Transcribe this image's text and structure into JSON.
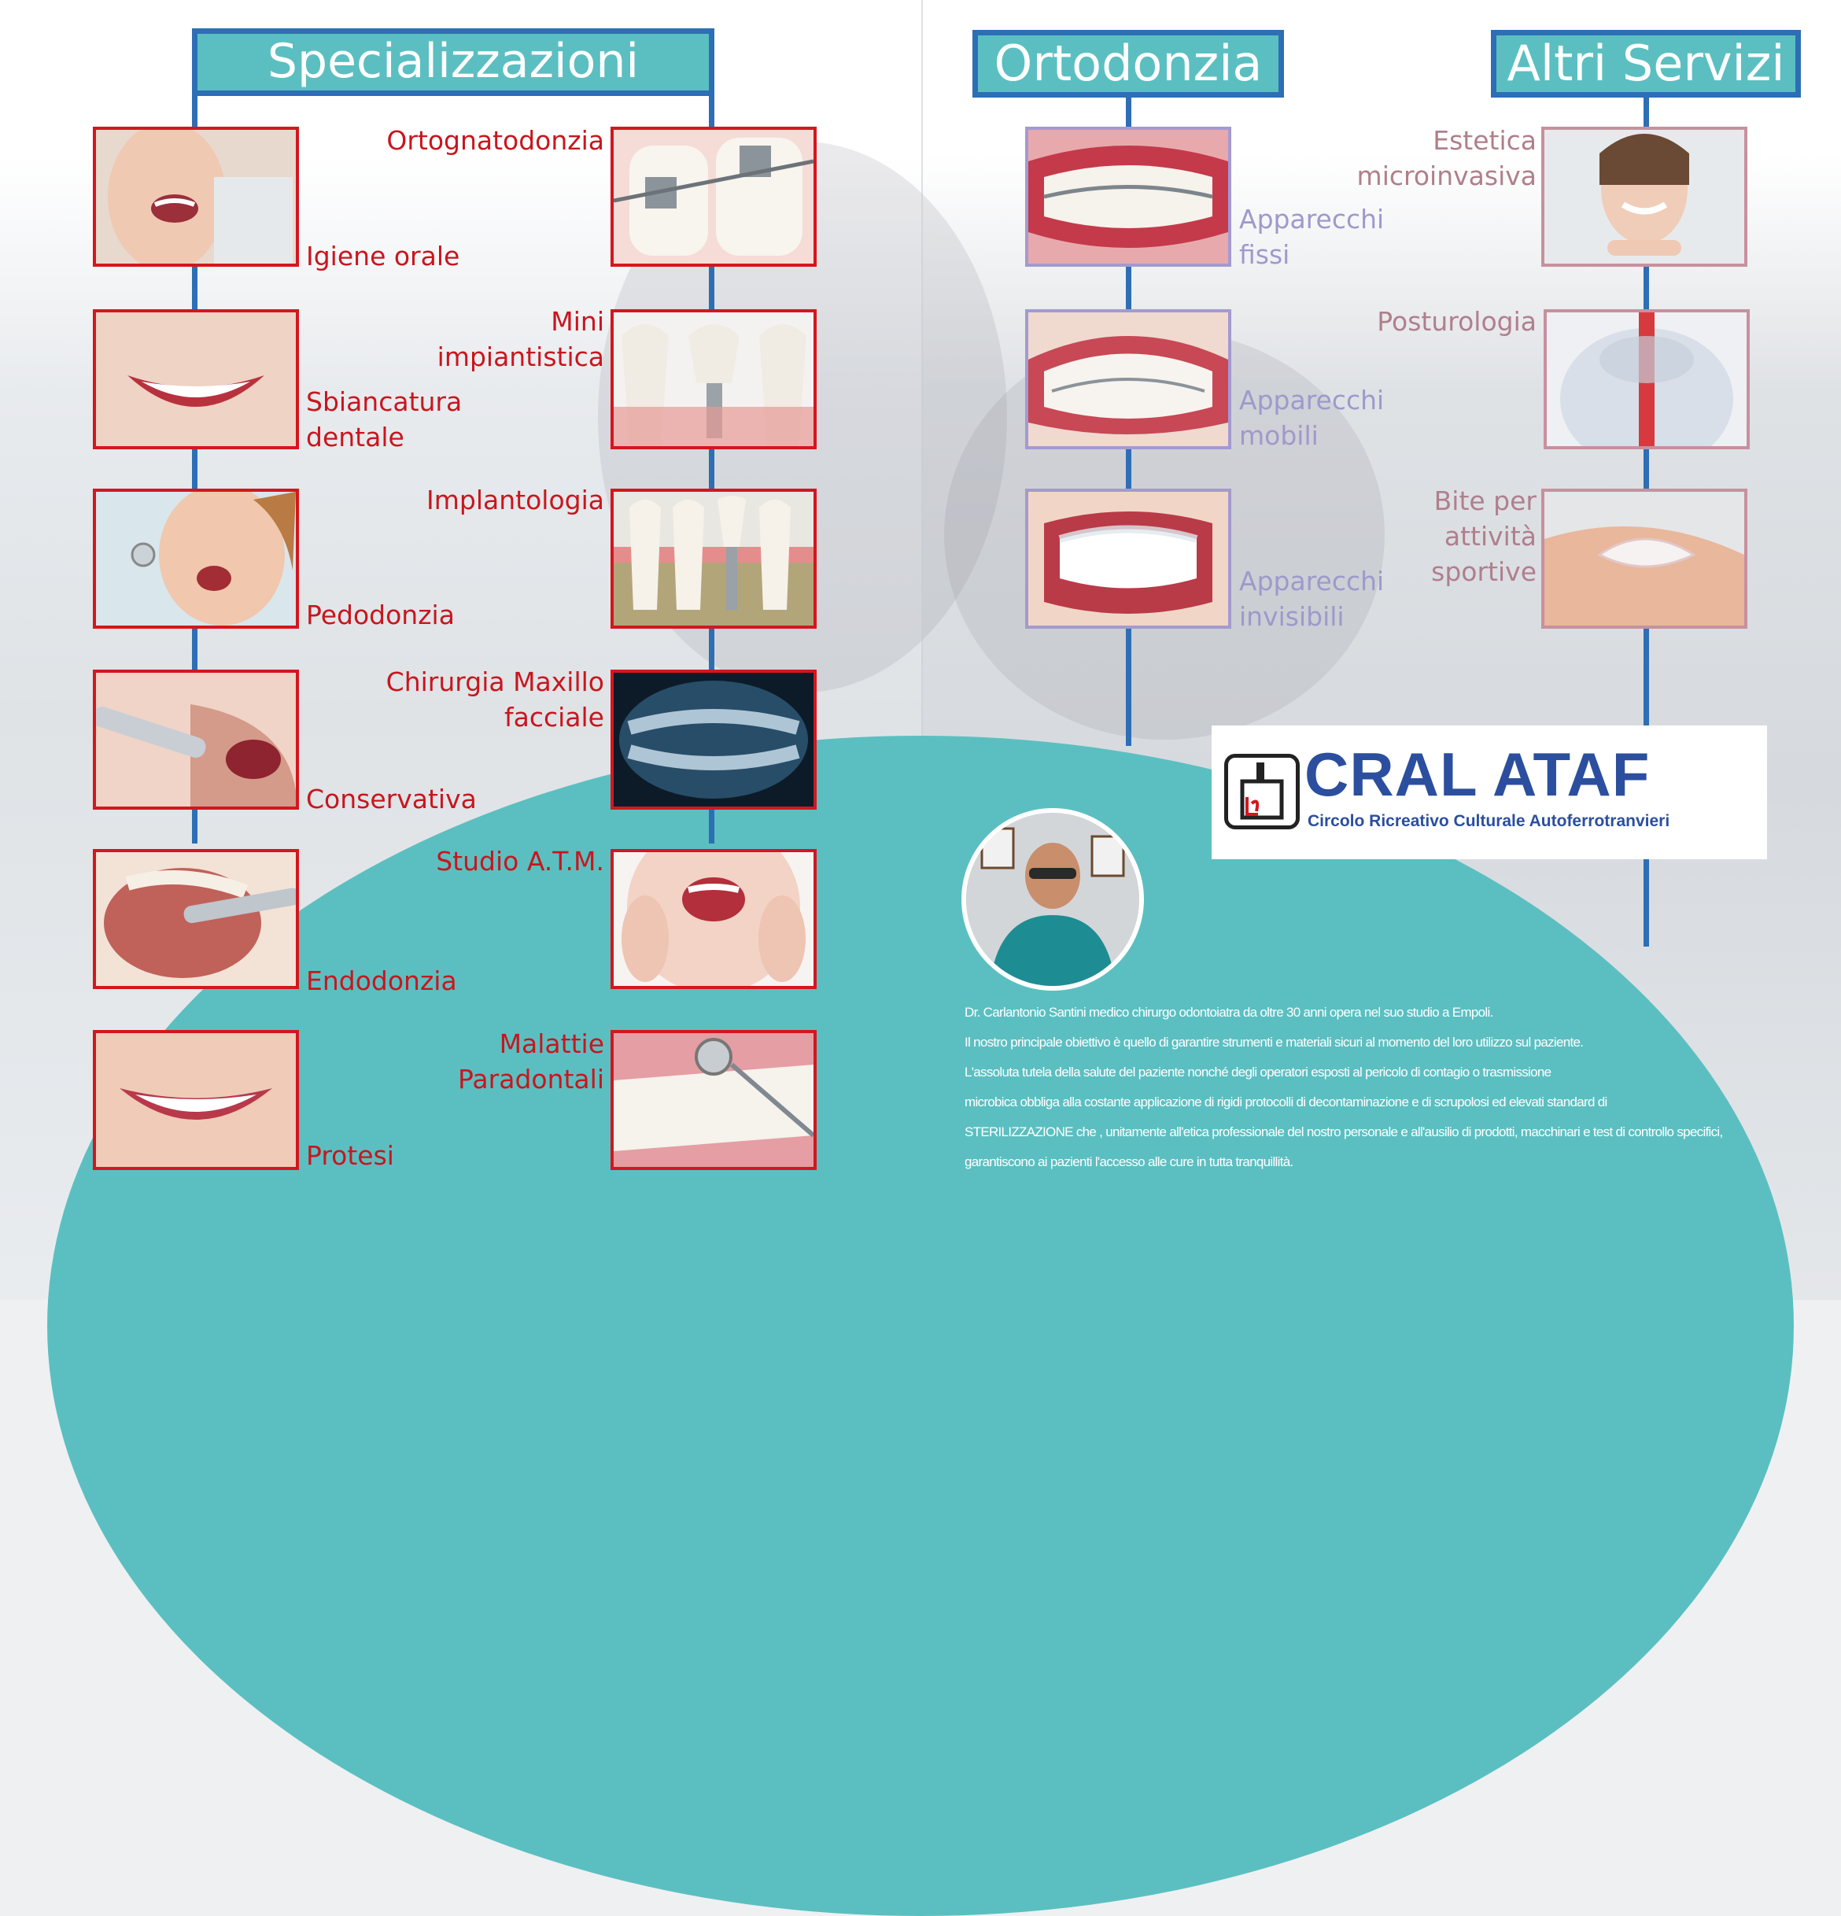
{
  "colors": {
    "teal": "#5bbfc1",
    "blue": "#2d6eb5",
    "red": "#c8161e",
    "purple": "#9e99cc",
    "pink": "#b07f8c",
    "logo_blue": "#2b4f9e"
  },
  "specializzazioni": {
    "title": "Specializzazioni",
    "left_items": [
      {
        "label": "Igiene orale",
        "image": "dental-hygiene-photo"
      },
      {
        "label": "Sbiancatura\ndentale",
        "image": "whitening-smile-photo"
      },
      {
        "label": "Pedodonzia",
        "image": "child-dental-photo"
      },
      {
        "label": "Conservativa",
        "image": "dental-drill-photo"
      },
      {
        "label": "Endodonzia",
        "image": "root-canal-photo"
      },
      {
        "label": "Protesi",
        "image": "smile-prosthesis-photo"
      }
    ],
    "right_items": [
      {
        "label": "Ortognatodonzia",
        "image": "braces-closeup-photo"
      },
      {
        "label": "Mini\nimpiantistica",
        "image": "mini-implant-render"
      },
      {
        "label": "Implantologia",
        "image": "implant-in-bone-render"
      },
      {
        "label": "Chirurgia Maxillo\nfacciale",
        "image": "jaw-xray-photo"
      },
      {
        "label": "Studio A.T.M.",
        "image": "jaw-pain-photo"
      },
      {
        "label": "Malattie\nParadontali",
        "image": "dental-mirror-photo"
      }
    ]
  },
  "ortodonzia": {
    "title": "Ortodonzia",
    "items": [
      {
        "label": "Apparecchi\nfissi",
        "image": "fixed-braces-photo"
      },
      {
        "label": "Apparecchi\nmobili",
        "image": "removable-braces-photo"
      },
      {
        "label": "Apparecchi\ninvisibili",
        "image": "invisible-aligner-photo"
      }
    ]
  },
  "altri_servizi": {
    "title": "Altri Servizi",
    "items": [
      {
        "label": "Estetica\nmicroinvasiva",
        "image": "smiling-woman-photo"
      },
      {
        "label": "Posturologia",
        "image": "spine-illustration"
      },
      {
        "label": "Bite per\nattività\nsportive",
        "image": "mouthguard-hand-photo"
      }
    ]
  },
  "logo": {
    "title": "CRAL ATAF",
    "subtitle": "Circolo Ricreativo Culturale Autoferrotranvieri"
  },
  "doctor": {
    "image": "doctor-portrait-photo",
    "paragraph": [
      "Dr. Carlantonio Santini medico chirurgo odontoiatra da oltre 30 anni opera nel suo studio a Empoli.",
      "Il nostro principale obiettivo è quello di garantire strumenti e materiali sicuri al momento del loro utilizzo sul paziente.",
      "L'assoluta tutela della salute del paziente nonché degli operatori esposti al pericolo di contagio o trasmissione",
      "microbica obbliga alla costante applicazione di rigidi protocolli di decontaminazione e di scrupolosi ed elevati standard di",
      "STERILIZZAZIONE che , unitamente all'etica professionale del nostro personale e all'ausilio di prodotti, macchinari e test di controllo specifici,",
      "garantiscono ai pazienti l'accesso alle cure in tutta tranquillità."
    ]
  }
}
